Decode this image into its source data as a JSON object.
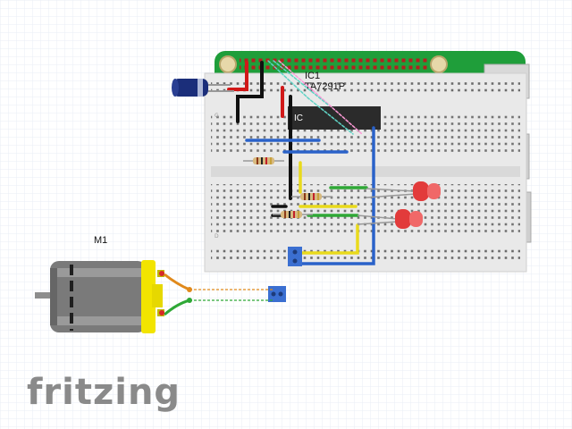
{
  "canvas": {
    "background": "#ffffff",
    "grid_color": "#e9eef6"
  },
  "pi_board": {
    "color": "#1f9e3a",
    "pin_colors": [
      "#b51f1f",
      "#ffbf00"
    ]
  },
  "breadboard": {
    "color": "#e9e9e9",
    "hole_color": "#555555",
    "rail_red": "#d62828",
    "rail_blue": "#2a62c9"
  },
  "labels": {
    "ic_ref": "IC1",
    "ic_part": "TA7291P",
    "ic_body": "IC",
    "motor_ref": "M1",
    "logo": "fritzing"
  },
  "components": {
    "capacitor": {
      "color": "#1b2e7a"
    },
    "resistors": [
      "resistor-1",
      "resistor-2",
      "resistor-3"
    ],
    "leds": [
      {
        "color": "#e23b3b"
      },
      {
        "color": "#e23b3b"
      }
    ],
    "motor": {
      "body_color": "#7a7a7a",
      "cap_color": "#f2e400"
    },
    "terminal_blocks": {
      "color": "#3b6fd1"
    }
  },
  "wire_colors": {
    "red": "#d11919",
    "black": "#111111",
    "blue": "#2a62c9",
    "green": "#2fa836",
    "yellow": "#e9da1c",
    "orange": "#e0891b",
    "teal": "#5fd3c5",
    "pink": "#ff9ad8"
  }
}
